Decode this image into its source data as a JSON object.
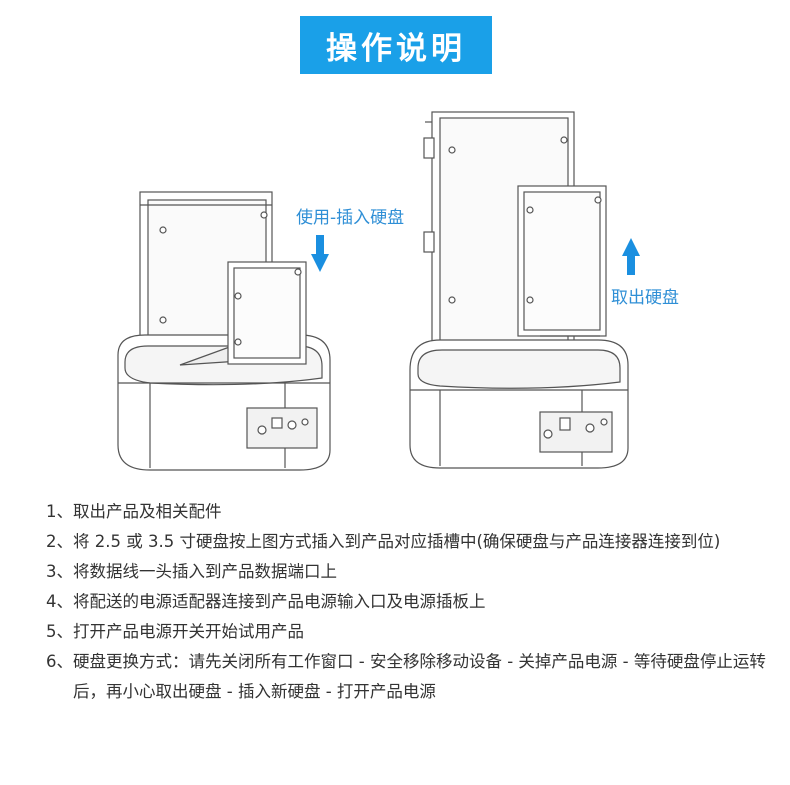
{
  "header": {
    "title": "操作说明"
  },
  "figure": {
    "left_caption": "使用-插入硬盘",
    "right_caption": "取出硬盘"
  },
  "steps": [
    {
      "num": "1、",
      "text": "取出产品及相关配件"
    },
    {
      "num": "2、",
      "text": "将 2.5 或 3.5 寸硬盘按上图方式插入到产品对应插槽中(确保硬盘与产品连接器连接到位)"
    },
    {
      "num": "3、",
      "text": "将数据线一头插入到产品数据端口上"
    },
    {
      "num": "4、",
      "text": "将配送的电源适配器连接到产品电源输入口及电源插板上"
    },
    {
      "num": "5、",
      "text": "打开产品电源开关开始试用产品"
    },
    {
      "num": "6、",
      "text": "硬盘更换方式：请先关闭所有工作窗口 - 安全移除移动设备 - 关掉产品电源 - 等待硬盘停止运转后，再小心取出硬盘 - 插入新硬盘 - 打开产品电源"
    }
  ],
  "colors": {
    "accent": "#1aa0e8",
    "arrow": "#1a8fe0",
    "caption": "#2f8fd6"
  }
}
